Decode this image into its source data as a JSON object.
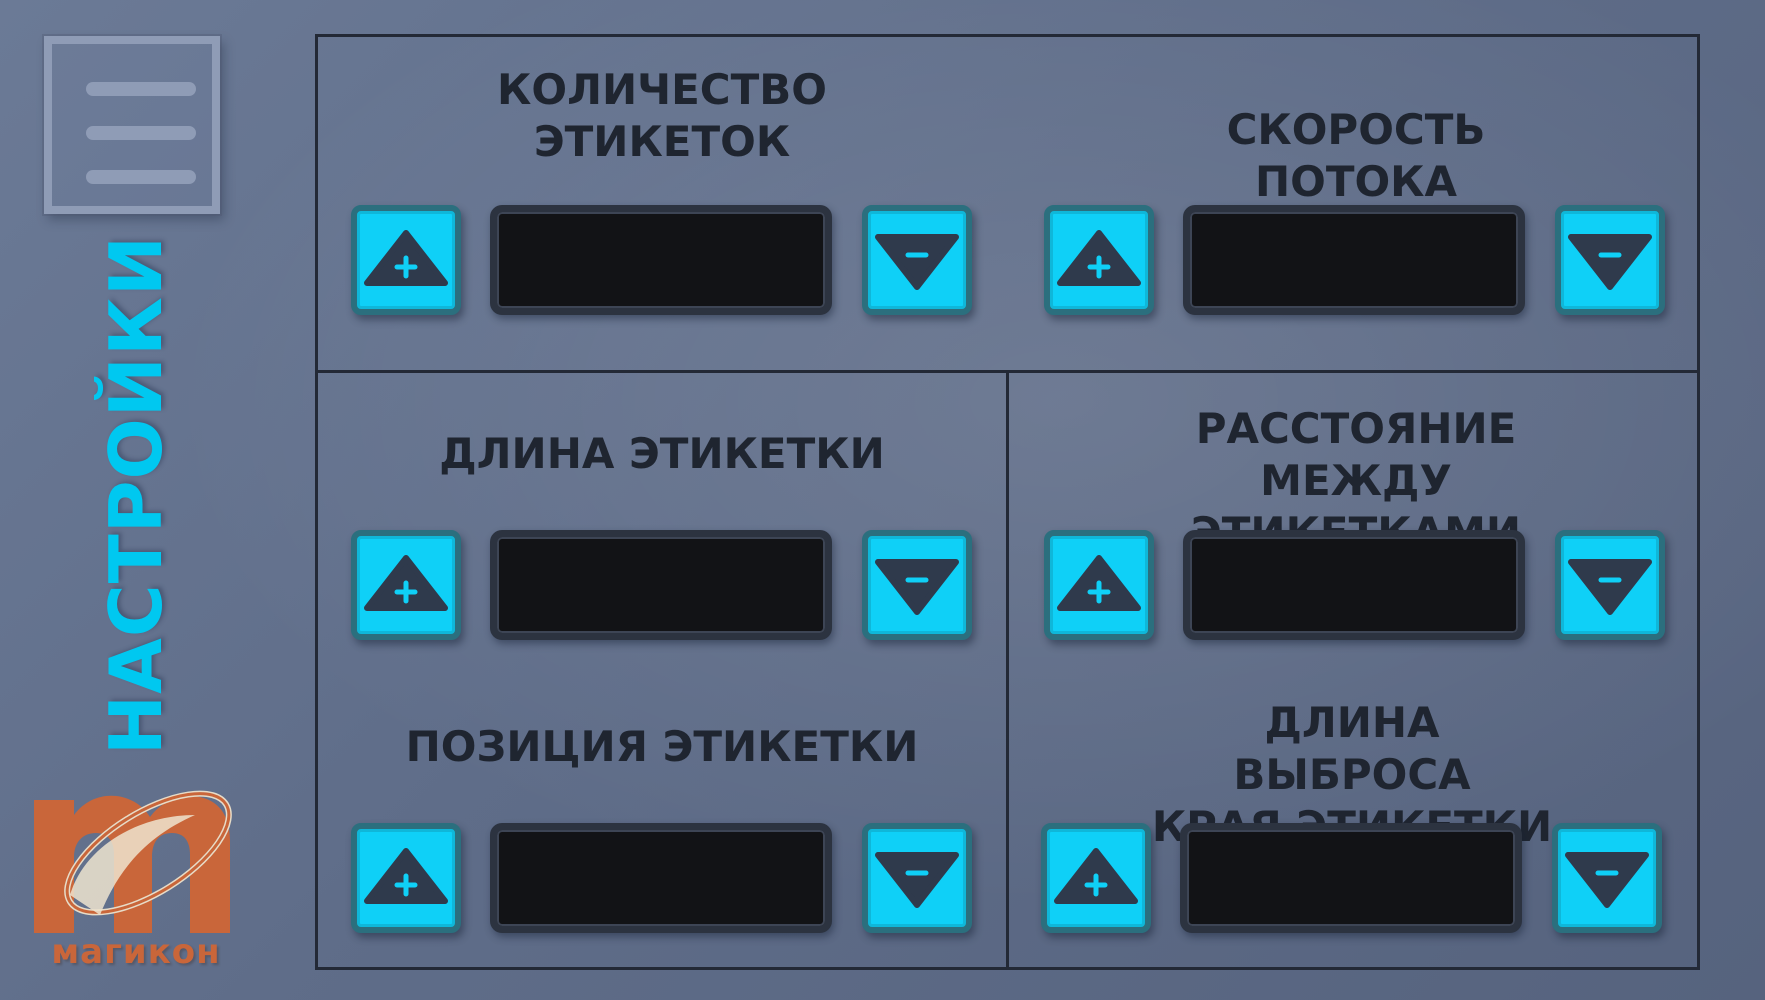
{
  "sidebar": {
    "menu_icon": "hamburger-menu-icon",
    "title": "НАСТРОЙКИ",
    "logo_text": "магикон",
    "accent_color": "#00c8f0",
    "logo_color": "#c9663a"
  },
  "settings": {
    "label_count": {
      "label": "КОЛИЧЕСТВО\nЭТИКЕТОК",
      "value": ""
    },
    "flow_speed": {
      "label": "СКОРОСТЬ ПОТОКА",
      "value": ""
    },
    "label_length": {
      "label": "ДЛИНА ЭТИКЕТКИ",
      "value": ""
    },
    "label_gap": {
      "label": "РАССТОЯНИЕ\nМЕЖДУ ЭТИКЕТКАМИ",
      "value": ""
    },
    "label_position": {
      "label": "ПОЗИЦИЯ ЭТИКЕТКИ",
      "value": ""
    },
    "edge_overhang": {
      "label": "ДЛИНА ВЫБРОСА\nКРАЯ ЭТИКЕТКИ",
      "value": ""
    }
  },
  "icons": {
    "increase": "triangle-up-plus-icon",
    "decrease": "triangle-down-minus-icon"
  },
  "colors": {
    "button_fill": "#0fd0f7",
    "display_bg": "#121316",
    "grid_line": "#232936"
  }
}
